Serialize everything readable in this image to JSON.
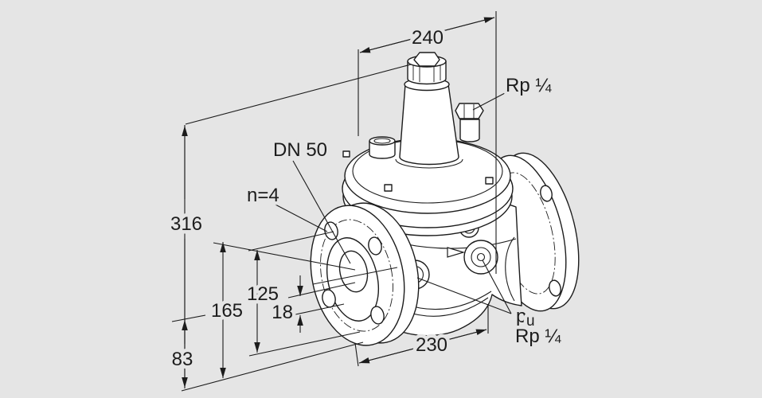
{
  "drawing": {
    "kind": "valve dimensional technical drawing",
    "background_color": "#e5e5e5",
    "line_color": "#1c1c1c",
    "body_fill_color": "#ffffff"
  },
  "dimensions": {
    "top_width": "240",
    "total_height": "316",
    "axis_height": "165",
    "bolt_circle_diameter": "125",
    "bolt_hole_diameter": "18",
    "base_height": "83",
    "face_to_face": "230"
  },
  "annotations": {
    "nominal_diameter": "DN 50",
    "bolt_count": "n=4",
    "top_connection": "Rp ¼",
    "pressure_tap_main": "p",
    "pressure_tap_sub": "u",
    "tap_connection": "Rp ¼"
  }
}
